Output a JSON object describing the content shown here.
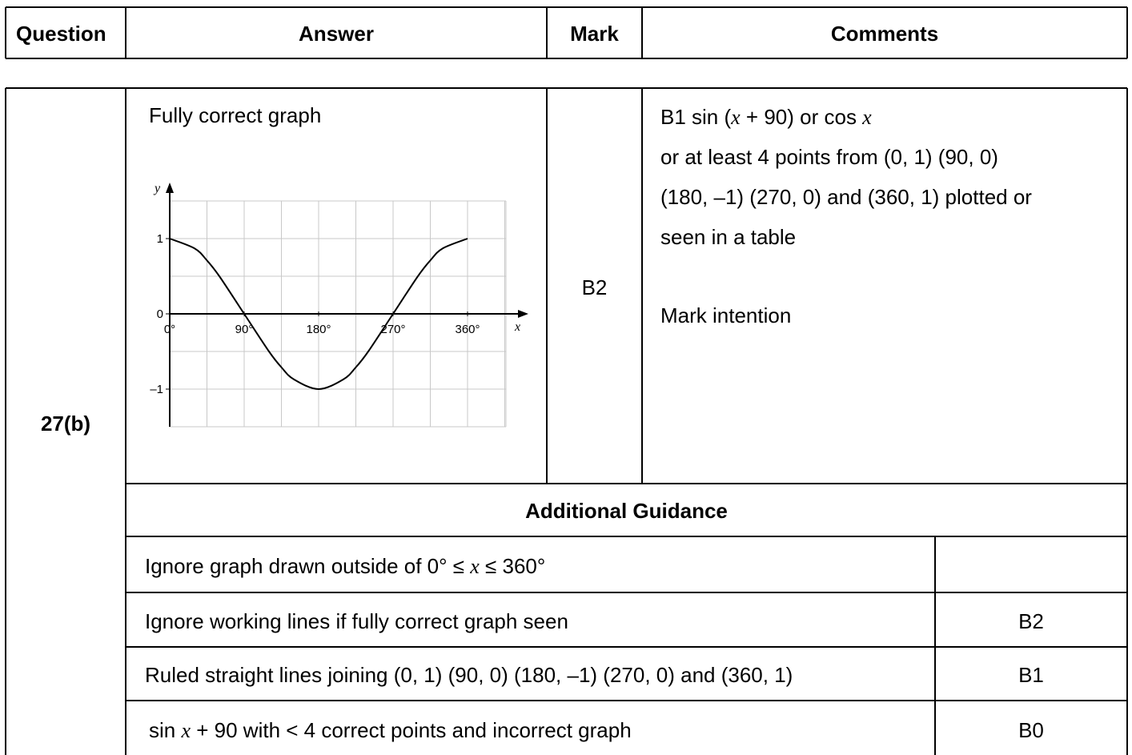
{
  "header": {
    "question": "Question",
    "answer": "Answer",
    "mark": "Mark",
    "comments": "Comments"
  },
  "row": {
    "question": "27(b)",
    "answer_title": "Fully correct graph",
    "mark": "B2",
    "comments": {
      "line1_pre": "B1  sin (",
      "line1_var": "x",
      "line1_mid": " + 90)  or cos ",
      "line1_var2": "x",
      "line2": "or at least 4 points from (0, 1)  (90, 0)",
      "line3": "(180, –1) (270, 0) and (360, 1) plotted or",
      "line4": "seen in a table",
      "line5": "Mark intention"
    }
  },
  "guidance": {
    "title": "Additional Guidance",
    "rows": [
      {
        "pre": "Ignore graph drawn outside of  0° ≤ ",
        "var": "x",
        "post": " ≤ 360°",
        "mark": ""
      },
      {
        "text": "Ignore working lines if fully correct graph seen",
        "mark": "B2"
      },
      {
        "text": "Ruled straight lines joining (0, 1)  (90, 0) (180, –1) (270, 0) and (360, 1)",
        "mark": "B1"
      },
      {
        "pre": "sin ",
        "var": "x",
        "post": " + 90 with < 4 correct points and incorrect graph",
        "mark": "B0"
      }
    ]
  },
  "chart_data": {
    "type": "line",
    "title": "",
    "xlabel": "x",
    "ylabel": "y",
    "xlim": [
      0,
      400
    ],
    "ylim": [
      -1.5,
      1.5
    ],
    "x_ticks": [
      {
        "value": 0,
        "label": "0°"
      },
      {
        "value": 90,
        "label": "90°"
      },
      {
        "value": 180,
        "label": "180°"
      },
      {
        "value": 270,
        "label": "270°"
      },
      {
        "value": 360,
        "label": "360°"
      }
    ],
    "y_ticks": [
      {
        "value": 1,
        "label": "1"
      },
      {
        "value": 0,
        "label": "0"
      },
      {
        "value": -1,
        "label": "–1"
      }
    ],
    "grid": true,
    "series": [
      {
        "x": [
          0,
          30,
          45,
          60,
          90,
          120,
          135,
          150,
          180,
          210,
          225,
          240,
          270,
          300,
          315,
          330,
          360
        ],
        "y": [
          1,
          0.87,
          0.71,
          0.5,
          0,
          -0.5,
          -0.71,
          -0.87,
          -1,
          -0.87,
          -0.71,
          -0.5,
          0,
          0.5,
          0.71,
          0.87,
          1
        ]
      }
    ]
  }
}
